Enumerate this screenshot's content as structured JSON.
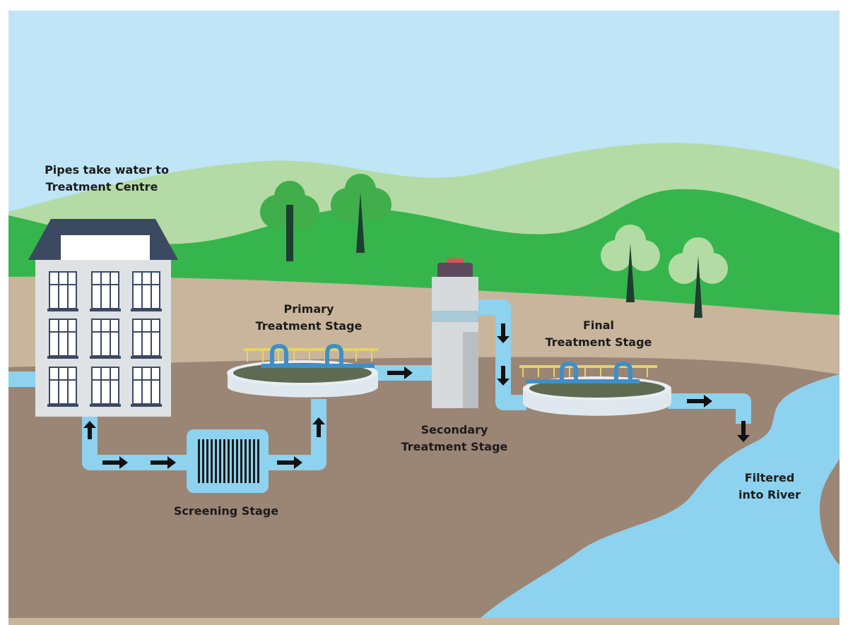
{
  "labels": {
    "house_line1": "Pipes take water to",
    "house_line2": "Treatment Centre",
    "primary_line1": "Primary",
    "primary_line2": "Treatment Stage",
    "secondary_line1": "Secondary",
    "secondary_line2": "Treatment Stage",
    "final_line1": "Final",
    "final_line2": "Treatment Stage",
    "screening": "Screening Stage",
    "river_line1": "Filtered",
    "river_line2": "into River"
  },
  "colors": {
    "sky": "#bfe5f6",
    "light_hill": "#b4dba6",
    "dark_hill": "#36b54c",
    "ground": "#c8b59c",
    "earth": "#9b8574",
    "water": "#8dd2ee",
    "roof": "#3b4a61",
    "building": "#dfe2e5",
    "tree_dark": "#3fae4b",
    "tree_light": "#b2dca3",
    "trunk": "#1f3d31",
    "arrow": "#111111"
  },
  "icons": {
    "flow_arrow": "arrow-icon",
    "tree": "tree-icon"
  }
}
